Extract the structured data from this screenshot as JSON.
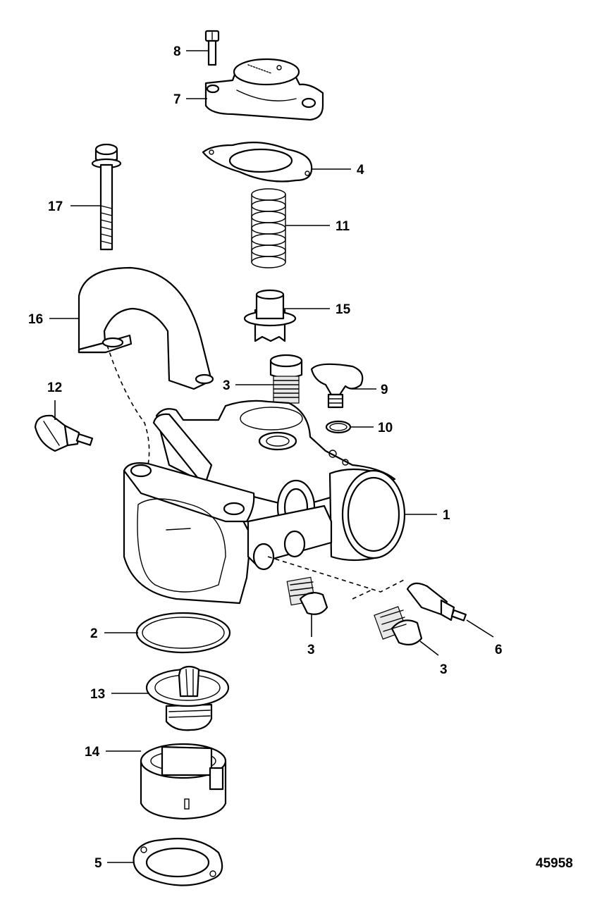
{
  "figure_number": "45958",
  "callouts": {
    "c1": "1",
    "c2": "2",
    "c3a": "3",
    "c3b": "3",
    "c3c": "3",
    "c4": "4",
    "c5": "5",
    "c6": "6",
    "c7": "7",
    "c8": "8",
    "c9": "9",
    "c10": "10",
    "c11": "11",
    "c12": "12",
    "c13": "13",
    "c14": "14",
    "c15": "15",
    "c16": "16",
    "c17": "17"
  }
}
